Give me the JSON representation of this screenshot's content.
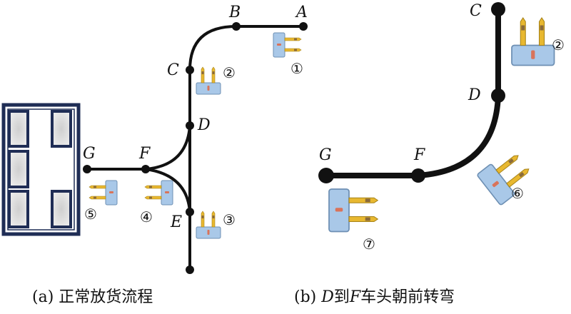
{
  "figure_a": {
    "caption_prefix": "(a)",
    "caption_text": "正常放货流程",
    "nodes": {
      "A": "A",
      "B": "B",
      "C": "C",
      "D": "D",
      "E": "E",
      "F": "F",
      "G": "G"
    },
    "steps": [
      "①",
      "②",
      "③",
      "④",
      "⑤"
    ]
  },
  "figure_b": {
    "caption_prefix": "(b)",
    "caption_node_1": "D",
    "caption_mid": "到",
    "caption_node_2": "F",
    "caption_text": "车头朝前转弯",
    "nodes": {
      "C": "C",
      "D": "D",
      "F": "F",
      "G": "G"
    },
    "steps": [
      "②",
      "⑥",
      "⑦"
    ]
  },
  "colors": {
    "path": "#111111",
    "forklift_body": "#a9c8e8",
    "forklift_fork": "#e8b830",
    "rack_frame": "#1f2d55",
    "rack_cell": "#d8d8d8"
  }
}
